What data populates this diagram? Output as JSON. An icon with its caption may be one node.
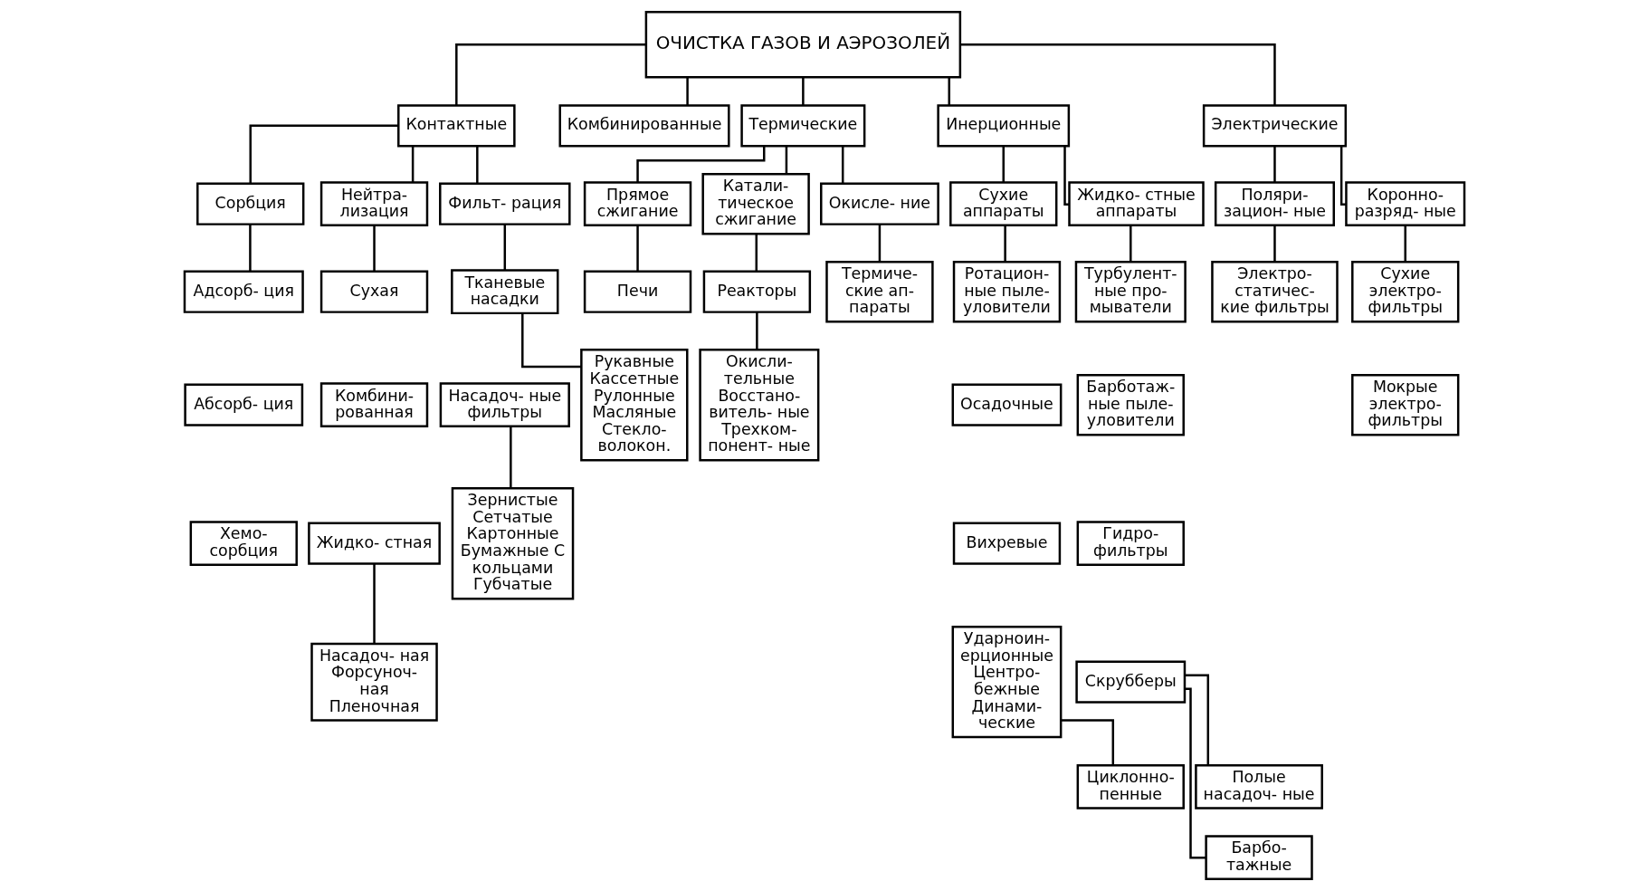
{
  "diagram": {
    "nodes": [
      {
        "text": [
          "ОЧИСТКА ГАЗОВ И АЭРОЗОЛЕЙ"
        ]
      },
      {
        "text": [
          "Контактные"
        ]
      },
      {
        "text": [
          "Комбинированные"
        ]
      },
      {
        "text": [
          "Термические"
        ]
      },
      {
        "text": [
          "Инерционные"
        ]
      },
      {
        "text": [
          "Электрические"
        ]
      },
      {
        "text": [
          "Сорбция"
        ]
      },
      {
        "text": [
          "Нейтра- лизация"
        ]
      },
      {
        "text": [
          "Фильт- рация"
        ]
      },
      {
        "text": [
          "Прямое сжигание"
        ]
      },
      {
        "text": [
          "Катали- тическое сжигание"
        ]
      },
      {
        "text": [
          "Окисле- ние"
        ]
      },
      {
        "text": [
          "Сухие аппараты"
        ]
      },
      {
        "text": [
          "Жидко- стные аппараты"
        ]
      },
      {
        "text": [
          "Поляри- зацион- ные"
        ]
      },
      {
        "text": [
          "Коронно- разряд- ные"
        ]
      },
      {
        "text": [
          "Адсорб- ция"
        ]
      },
      {
        "text": [
          "Абсорб- ция"
        ]
      },
      {
        "text": [
          "Хемо- сорбция"
        ]
      },
      {
        "text": [
          "Сухая"
        ]
      },
      {
        "text": [
          "Комбини- рованная"
        ]
      },
      {
        "text": [
          "Жидко- стная"
        ]
      },
      {
        "text": [
          "Тканевые насадки"
        ]
      },
      {
        "text": [
          "Насадоч- ные фильтры"
        ]
      },
      {
        "text": [
          "Печи"
        ]
      },
      {
        "text": [
          "Реакторы"
        ]
      },
      {
        "text": [
          "Термиче- ские ап- параты"
        ]
      },
      {
        "text": [
          "Ротацион- ные пыле- уловители"
        ]
      },
      {
        "text": [
          "Осадочные"
        ]
      },
      {
        "text": [
          "Вихревые"
        ]
      },
      {
        "text": [
          "Турбулент- ные про- мыватели"
        ]
      },
      {
        "text": [
          "Барботаж- ные пыле- уловители"
        ]
      },
      {
        "text": [
          "Гидро- фильтры"
        ]
      },
      {
        "text": [
          "Скрубберы"
        ]
      },
      {
        "text": [
          "Циклонно- пенные"
        ]
      },
      {
        "text": [
          "Электро- статичес- кие фильтры"
        ]
      },
      {
        "text": [
          "Сухие электро- фильтры"
        ]
      },
      {
        "text": [
          "Мокрые электро- фильтры"
        ]
      },
      {
        "text": [
          "Полые насадоч- ные"
        ]
      },
      {
        "text": [
          "Барбо- тажные"
        ]
      },
      {
        "text": [
          "Насадоч- ная Форсуноч- ная Пленочная"
        ]
      },
      {
        "text": [
          "Зернистые Сетчатые Картонные Бумажные С кольцами Губчатые"
        ]
      },
      {
        "text": [
          "Рукавные Кассетные Рулонные Масляные Стекло- волокон."
        ]
      },
      {
        "text": [
          "Окисли- тельные Восстано- витель- ные Трехком- понент- ные"
        ]
      },
      {
        "text": [
          "Ударноин- ерционные Центро- бежные Динами- ческие"
        ]
      }
    ],
    "edges": [
      {
        "from": 0,
        "to": 1,
        "arrow": "none"
      },
      {
        "from": 0,
        "to": 2,
        "arrow": "none"
      },
      {
        "from": 0,
        "to": 3,
        "arrow": "none"
      },
      {
        "from": 0,
        "to": 4,
        "arrow": "none"
      },
      {
        "from": 0,
        "to": 5,
        "arrow": "none"
      },
      {
        "from": 1,
        "to": 6,
        "arrow": "none"
      },
      {
        "from": 1,
        "to": 7,
        "arrow": "none"
      },
      {
        "from": 1,
        "to": 8,
        "arrow": "none"
      },
      {
        "from": 3,
        "to": 9,
        "arrow": "none"
      },
      {
        "from": 3,
        "to": 10,
        "arrow": "none"
      },
      {
        "from": 3,
        "to": 11,
        "arrow": "none"
      },
      {
        "from": 4,
        "to": 12,
        "arrow": "none"
      },
      {
        "from": 4,
        "to": 13,
        "arrow": "none"
      },
      {
        "from": 5,
        "to": 14,
        "arrow": "none"
      },
      {
        "from": 5,
        "to": 15,
        "arrow": "none"
      },
      {
        "from": 6,
        "to": 16,
        "arrow": "none"
      },
      {
        "from": 7,
        "to": 19,
        "arrow": "none"
      },
      {
        "from": 8,
        "to": 22,
        "arrow": "none"
      },
      {
        "from": 9,
        "to": 24,
        "arrow": "none"
      },
      {
        "from": 10,
        "to": 25,
        "arrow": "none"
      },
      {
        "from": 11,
        "to": 26,
        "arrow": "none"
      },
      {
        "from": 12,
        "to": 27,
        "arrow": "none"
      },
      {
        "from": 13,
        "to": 30,
        "arrow": "none"
      },
      {
        "from": 14,
        "to": 35,
        "arrow": "none"
      },
      {
        "from": 15,
        "to": 36,
        "arrow": "none"
      },
      {
        "from": 21,
        "to": 40,
        "arrow": "none"
      },
      {
        "from": 23,
        "to": 41,
        "arrow": "none"
      },
      {
        "from": 22,
        "to": 42,
        "arrow": "none"
      },
      {
        "from": 25,
        "to": 43,
        "arrow": "none"
      },
      {
        "from": 33,
        "to": 38,
        "arrow": "none"
      },
      {
        "from": 33,
        "to": 39,
        "arrow": "none"
      },
      {
        "from": 44,
        "to": 34,
        "arrow": "none"
      }
    ]
  }
}
